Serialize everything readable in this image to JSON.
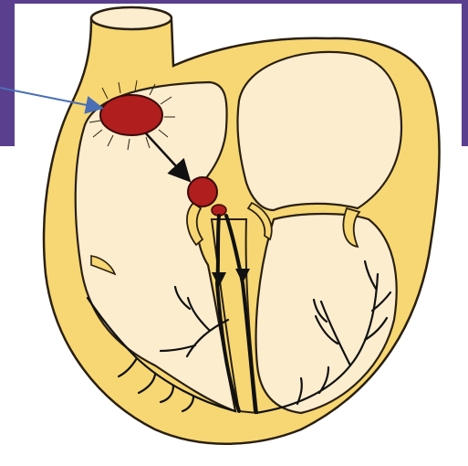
{
  "colors": {
    "frame": "#5B3F8F",
    "tissue": "#F6D773",
    "tissue_stroke": "#2A1F10",
    "chamber": "#FCEDCF",
    "node": "#B01E1E",
    "pointer_arrow": "#4A6FB5",
    "pathway": "#111111"
  },
  "structures": {
    "sa_node": "sinoatrial-node",
    "av_node": "atrioventricular-node",
    "bundle": "bundle-of-his",
    "fibers": "purkinje-fibers"
  }
}
